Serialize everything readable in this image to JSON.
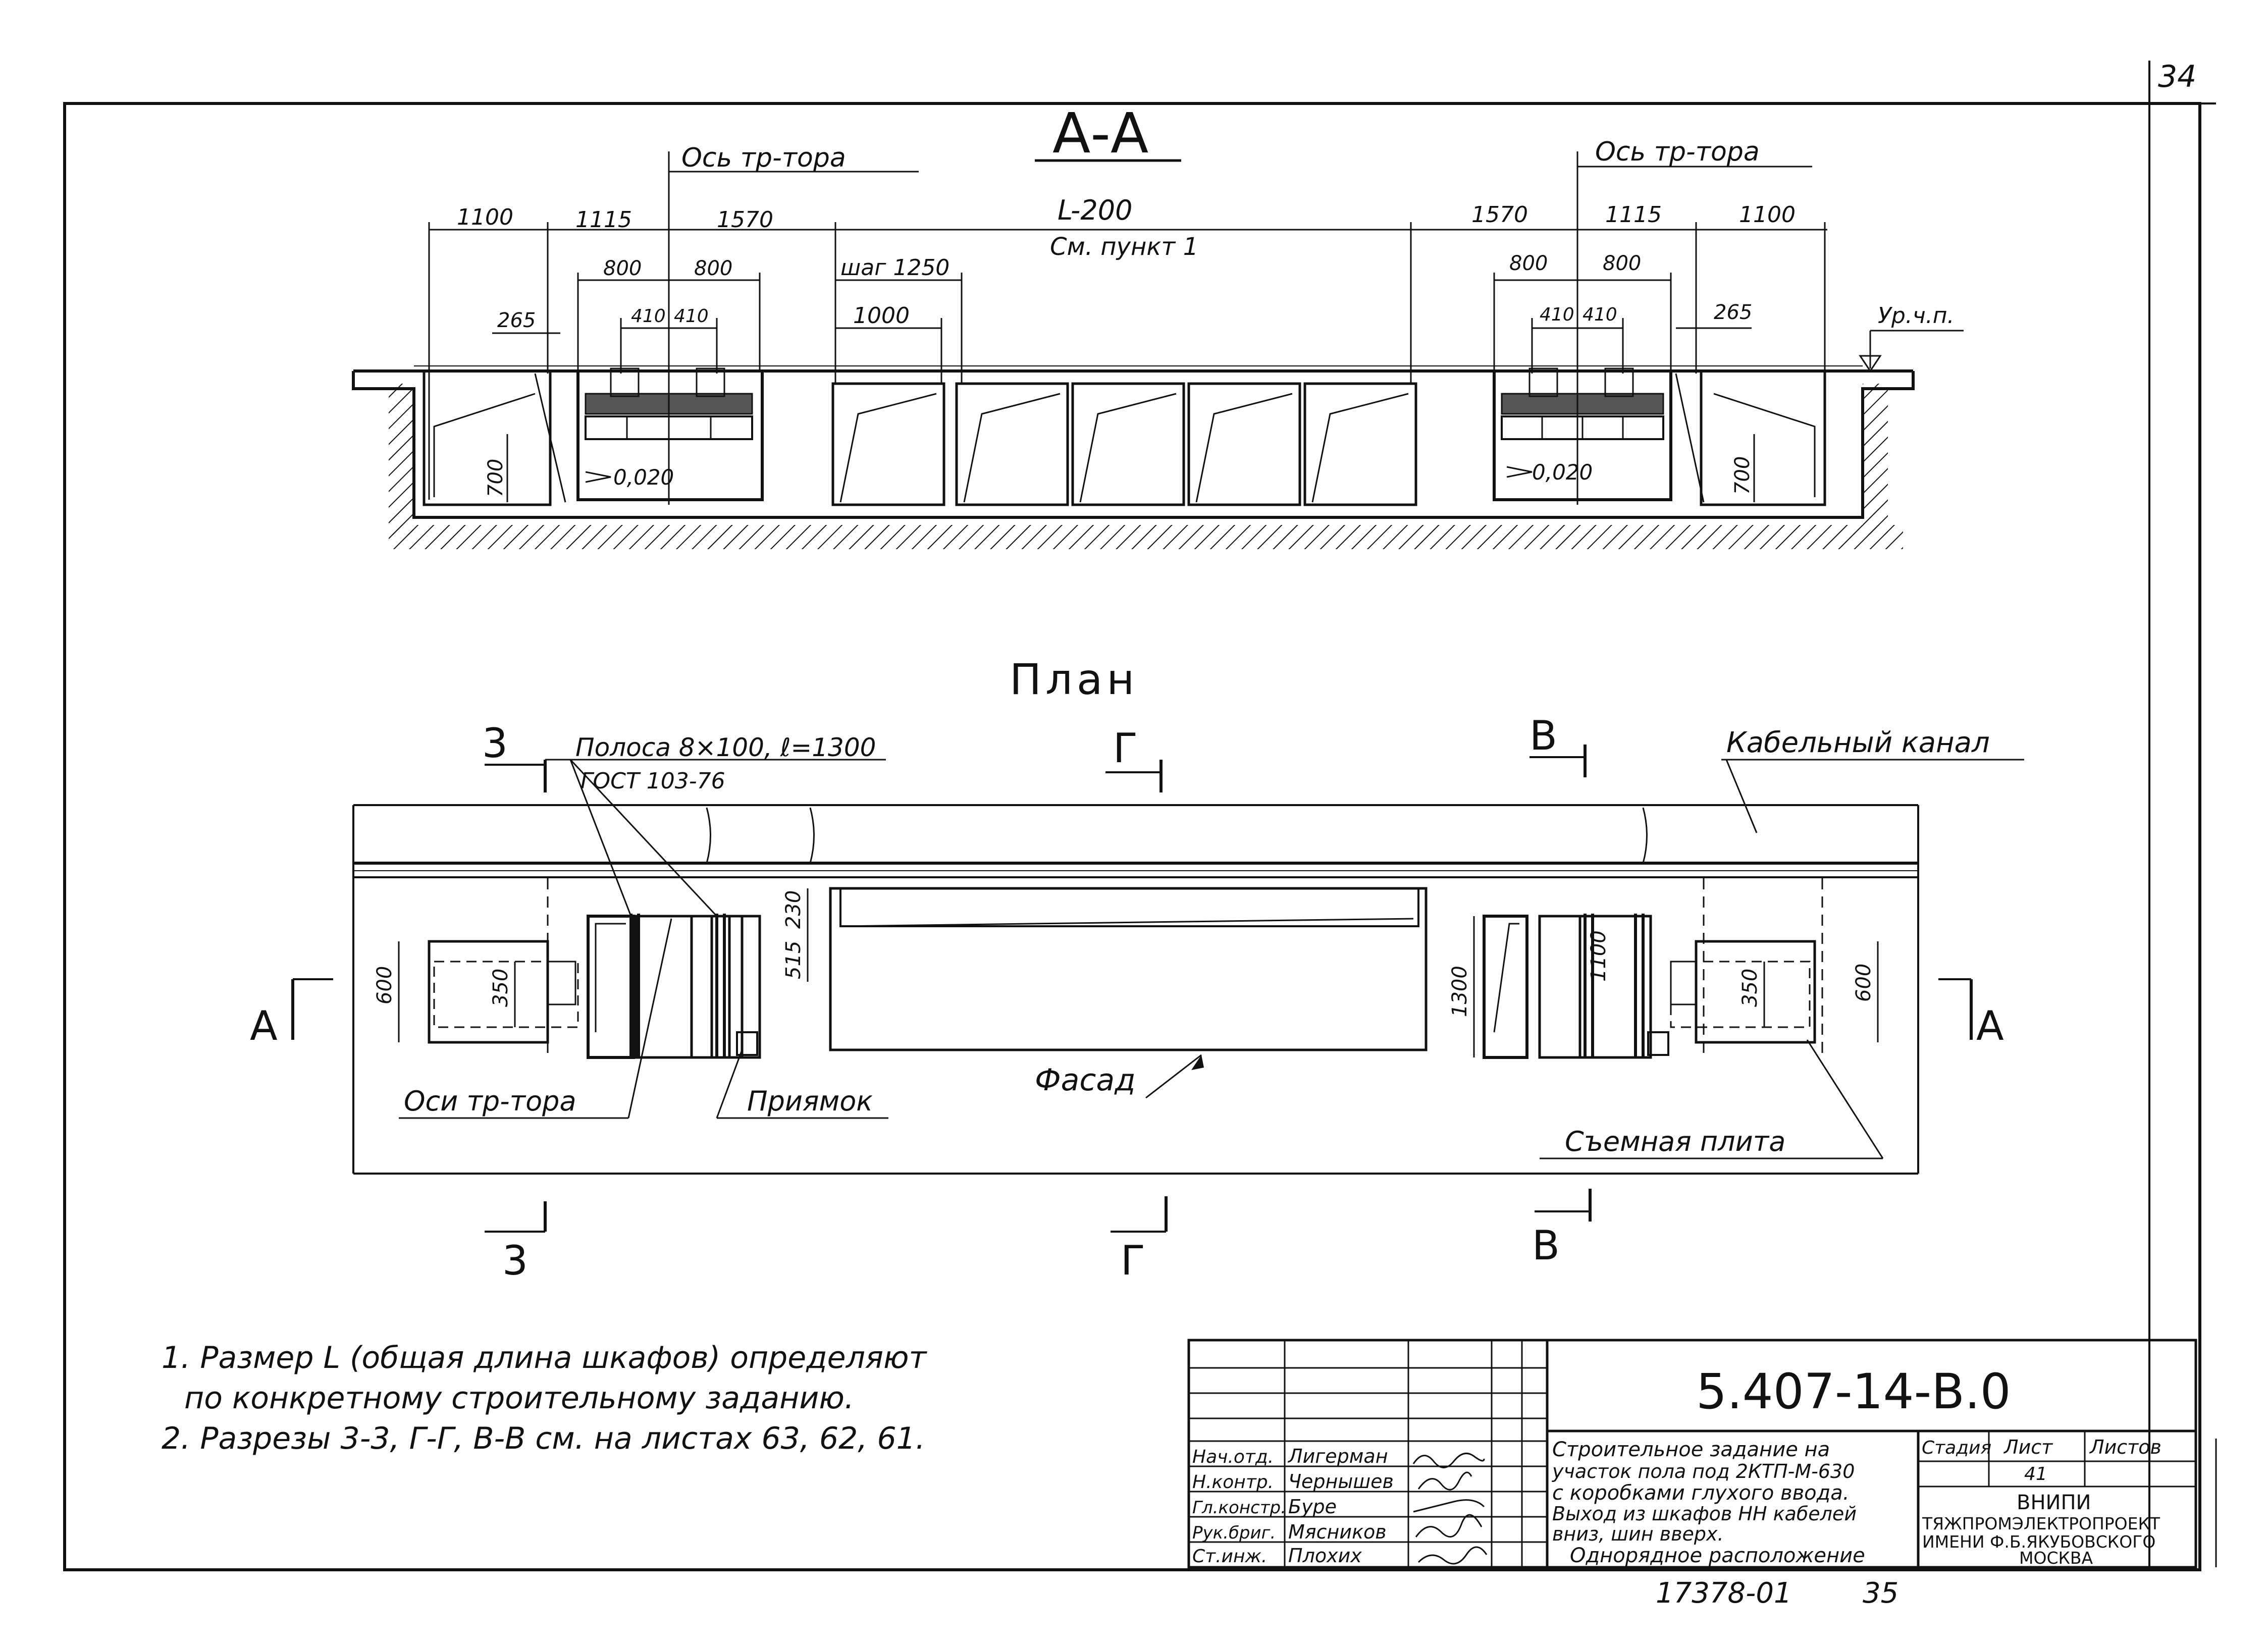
{
  "sheet_number_top": "34",
  "section_aa": {
    "title": "А-А",
    "axis_label_left": "Ось тр-тора",
    "axis_label_right": "Ось тр-тора",
    "dims_left": [
      "1100",
      "1115",
      "1570"
    ],
    "dims_right": [
      "1570",
      "1115",
      "1100"
    ],
    "dims_top_left": [
      "800",
      "800"
    ],
    "dims_top_right": [
      "800",
      "800"
    ],
    "dims_inner_left": [
      "410",
      "410"
    ],
    "dims_inner_right": [
      "410",
      "410"
    ],
    "center_dim": "L-200",
    "center_note": "См. пункт 1",
    "step_label": "шаг 1250",
    "step_dim": "1000",
    "small_dim_left": "265",
    "small_dim_right": "265",
    "height_left": "700",
    "height_right": "700",
    "slope_left": "0,020",
    "slope_right": "0,020",
    "floor_level": "Ур.ч.п."
  },
  "plan": {
    "title": "План",
    "strip_label_line1": "Полоса 8×100, ℓ=1300",
    "strip_label_line2": "ГОСТ 103-76",
    "cable_channel": "Кабельный канал",
    "transformer_axes": "Оси тр-тора",
    "pit": "Приямок",
    "facade": "Фасад",
    "removable_slab": "Съемная плита",
    "dim_600_left": "600",
    "dim_350_left": "350",
    "dim_515": "515",
    "dim_230": "230",
    "dim_1300": "1300",
    "dim_1100": "1100",
    "dim_350_right": "350",
    "dim_600_right": "600",
    "cut_3_top": "3",
    "cut_g_top": "Г",
    "cut_v_top": "В",
    "cut_3_bottom": "3",
    "cut_g_bottom": "Г",
    "cut_v_bottom": "В",
    "cut_a_left": "А",
    "cut_a_right": "А"
  },
  "notes": [
    "1. Размер L (общая длина шкафов) определяют",
    "по конкретному строительному заданию.",
    "2. Разрезы 3-3, Г-Г, В-В см. на листах 63, 62, 61."
  ],
  "title_block": {
    "doc_code": "5.407-14-В.0",
    "description": [
      "Строительное задание на",
      "участок пола под 2КТП-М-630",
      "с коробками глухого ввода.",
      "Выход из шкафов НН кабелей",
      "вниз, шин вверх.",
      "Однорядное расположение"
    ],
    "roles": [
      {
        "role": "Нач.отд.",
        "name": "Лигерман"
      },
      {
        "role": "Н.контр.",
        "name": "Чернышев"
      },
      {
        "role": "Гл.констр.",
        "name": "Буре"
      },
      {
        "role": "Рук.бриг.",
        "name": "Мясников"
      },
      {
        "role": "Ст.инж.",
        "name": "Плохих"
      }
    ],
    "stage_header": "Стадия",
    "sheet_header": "Лист",
    "sheets_header": "Листов",
    "sheet_value": "41",
    "org_line1": "ВНИПИ",
    "org_line2": "ТЯЖПРОМЭЛЕКТРОПРОЕКТ",
    "org_line3": "ИМЕНИ Ф.Б.ЯКУБОВСКОГО",
    "org_line4": "МОСКВА"
  },
  "bottom_code": "17378-01",
  "bottom_page": "35"
}
